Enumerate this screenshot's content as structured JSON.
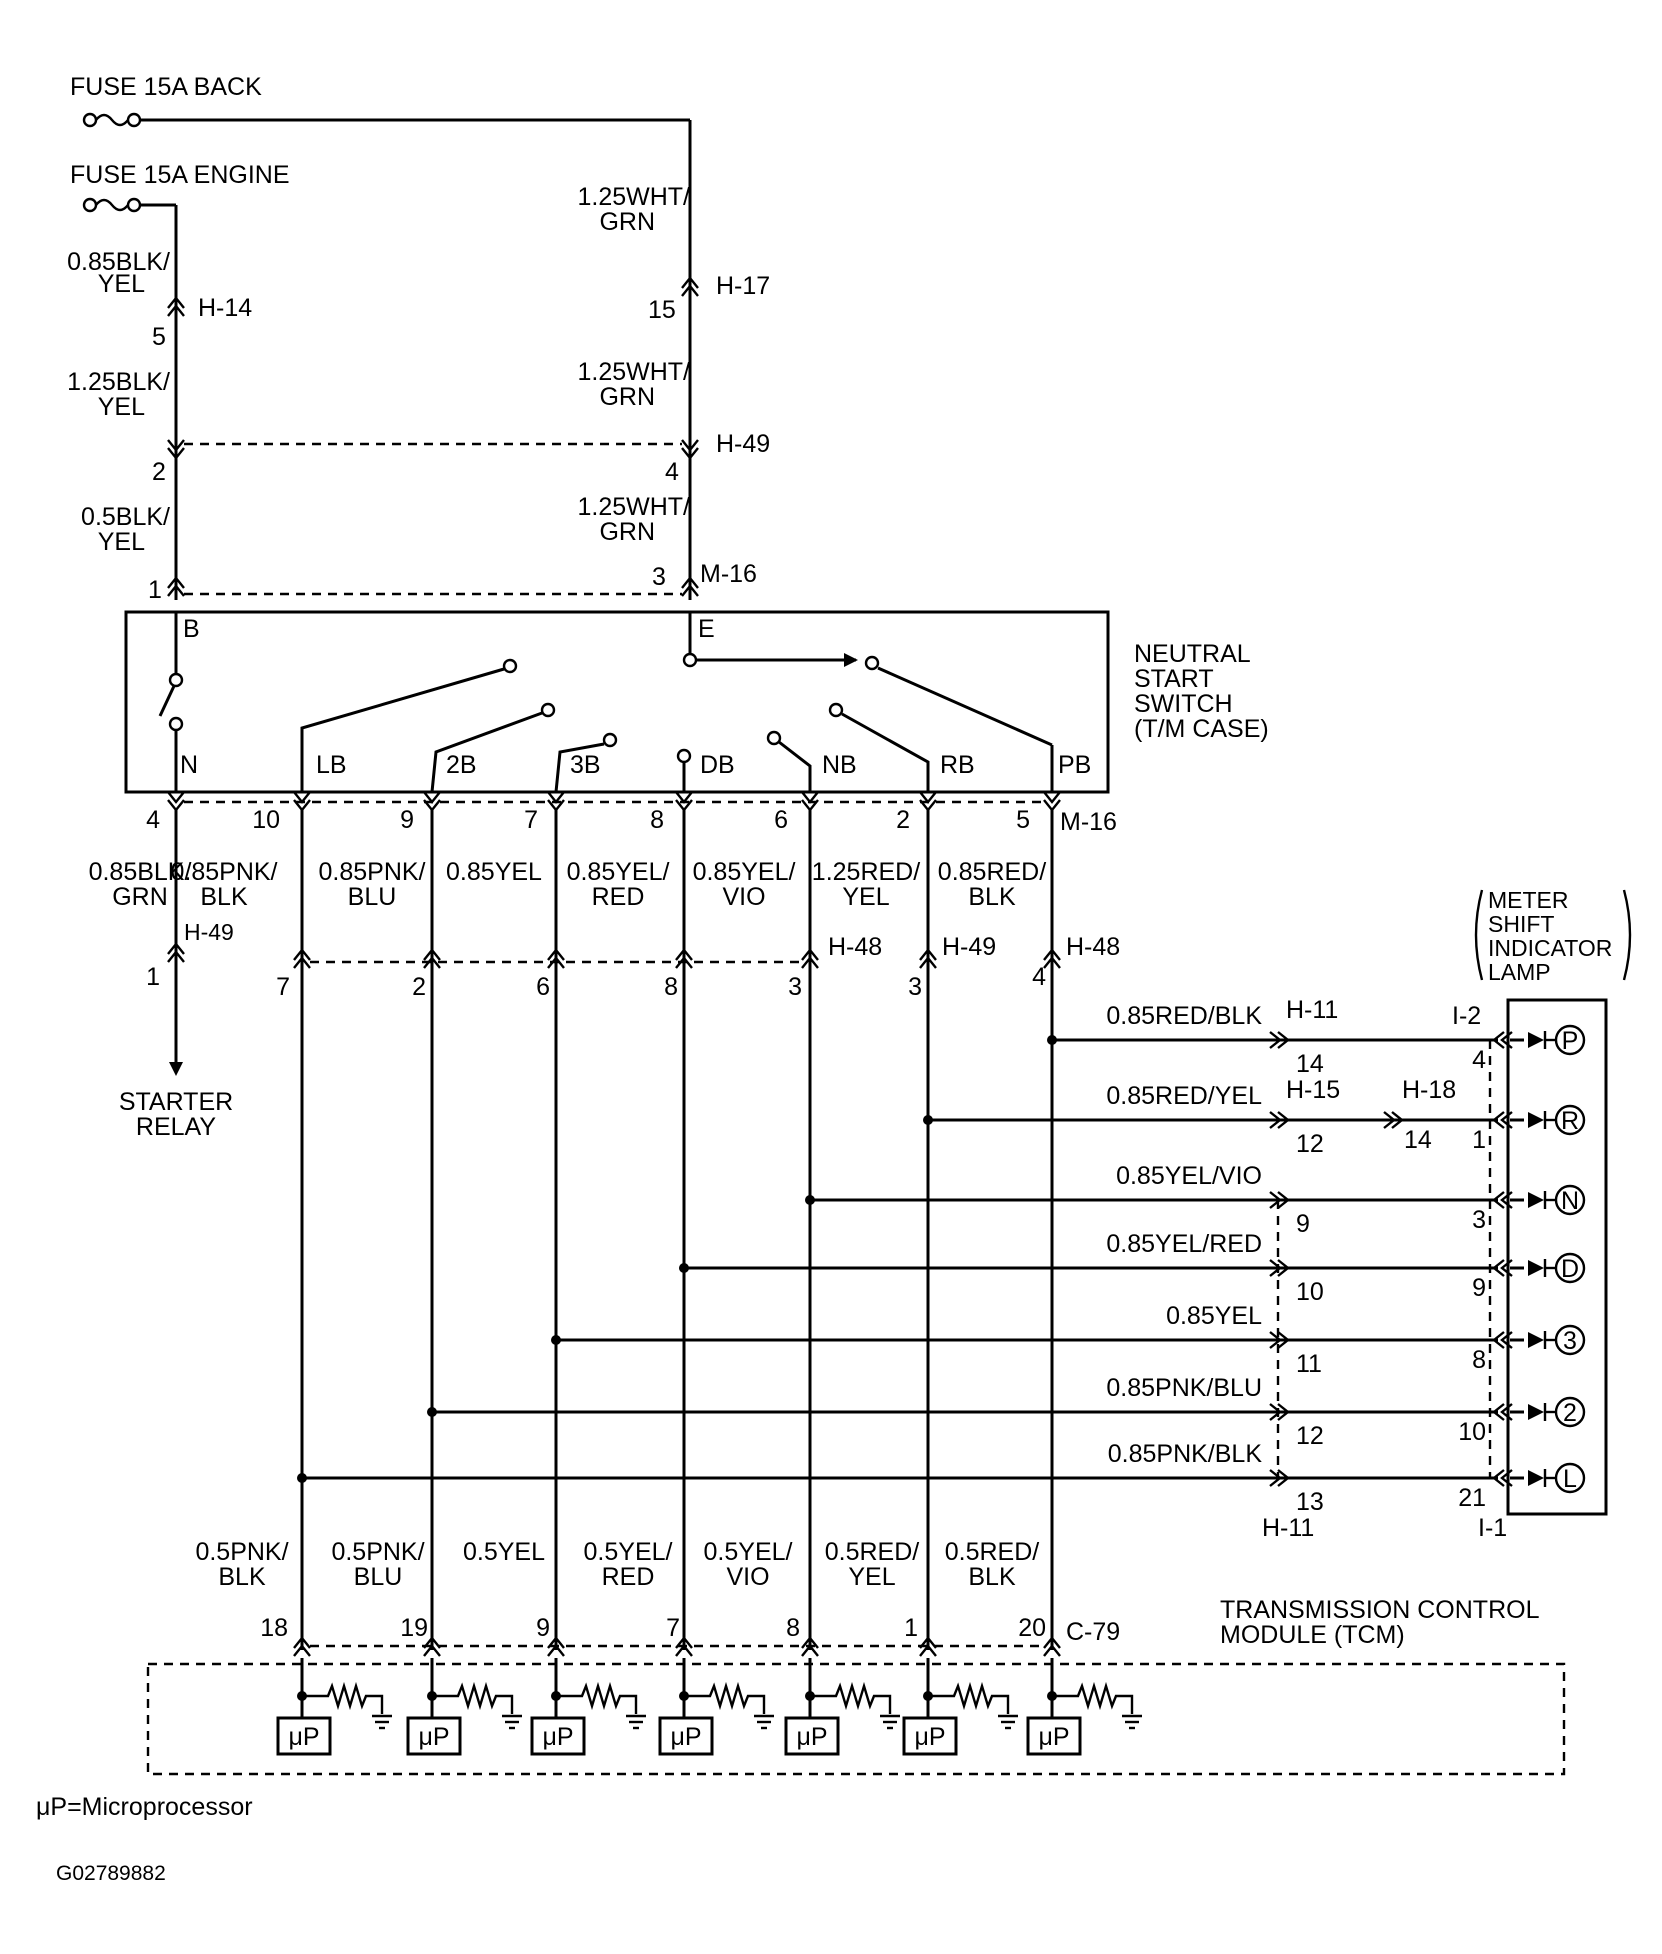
{
  "fuses": [
    {
      "id": "back",
      "label": "FUSE 15A BACK"
    },
    {
      "id": "engine",
      "label": "FUSE 15A ENGINE"
    }
  ],
  "wires": {
    "w_eng_1": [
      "0.85BLK/",
      "YEL"
    ],
    "w_eng_2": [
      "1.25BLK/",
      "YEL"
    ],
    "w_eng_3": [
      "0.5BLK/",
      "YEL"
    ],
    "w_back_1": [
      "1.25WHT/",
      "GRN"
    ],
    "w_back_2": [
      "1.25WHT/",
      "GRN"
    ],
    "w_back_3": [
      "1.25WHT/",
      "GRN"
    ],
    "mid": [
      [
        "0.85BLK/",
        "GRN"
      ],
      [
        "0.85PNK/",
        "BLK"
      ],
      [
        "0.85PNK/",
        "BLU"
      ],
      [
        "0.85YEL",
        ""
      ],
      [
        "0.85YEL/",
        "RED"
      ],
      [
        "0.85YEL/",
        "VIO"
      ],
      [
        "1.25RED/",
        "YEL"
      ],
      [
        "0.85RED/",
        "BLK"
      ]
    ],
    "bottom": [
      [
        "0.5PNK/",
        "BLK"
      ],
      [
        "0.5PNK/",
        "BLU"
      ],
      [
        "0.5YEL",
        ""
      ],
      [
        "0.5YEL/",
        "RED"
      ],
      [
        "0.5YEL/",
        "VIO"
      ],
      [
        "0.5RED/",
        "YEL"
      ],
      [
        "0.5RED/",
        "BLK"
      ]
    ],
    "lamp_feeds": [
      "0.85RED/BLK",
      "0.85RED/YEL",
      "0.85YEL/VIO",
      "0.85YEL/RED",
      "0.85YEL",
      "0.85PNK/BLU",
      "0.85PNK/BLK"
    ]
  },
  "connectors": {
    "h14": "H-14",
    "h14_pin": "5",
    "h17": "H-17",
    "h17_pin": "15",
    "h49_top": "H-49",
    "h49_top_pin_left": "2",
    "h49_top_pin_right": "4",
    "m16_top": "M-16",
    "m16_top_pin_left": "1",
    "m16_top_pin_right": "3",
    "m16_bottom": "M-16",
    "m16_bottom_pins": [
      "4",
      "10",
      "9",
      "7",
      "8",
      "6",
      "2",
      "5"
    ],
    "h49_left": "H-49",
    "h49_left_pin": "1",
    "h49_group_pins": [
      "7",
      "2",
      "6",
      "8",
      "3"
    ],
    "h48_a": "H-48",
    "h49_right": "H-49",
    "h49_right_pin": "3",
    "h48_b": "H-48",
    "h48_b_pin": "4",
    "h11_top": "H-11",
    "h15": "H-15",
    "h18": "H-18",
    "h18_pin": "14",
    "h11_bottom": "H-11",
    "h_pins": [
      "14",
      "12",
      "9",
      "10",
      "11",
      "12",
      "13"
    ],
    "i2": "I-2",
    "i1": "I-1",
    "i_pins": [
      "4",
      "1",
      "3",
      "9",
      "8",
      "10",
      "21"
    ],
    "c79": "C-79",
    "c79_pins": [
      "18",
      "19",
      "9",
      "7",
      "8",
      "1",
      "20"
    ]
  },
  "switch": {
    "title": [
      "NEUTRAL",
      "START",
      "SWITCH",
      "(T/M CASE)"
    ],
    "terminal_top": [
      "B",
      "E"
    ],
    "terminals": [
      "N",
      "LB",
      "2B",
      "3B",
      "DB",
      "NB",
      "RB",
      "PB"
    ]
  },
  "starter": [
    "STARTER",
    "RELAY"
  ],
  "meter": {
    "title": [
      "METER",
      "SHIFT",
      "INDICATOR",
      "LAMP"
    ],
    "positions": [
      "P",
      "R",
      "N",
      "D",
      "3",
      "2",
      "L"
    ]
  },
  "tcm": {
    "title": [
      "TRANSMISSION CONTROL",
      "MODULE (TCM)"
    ],
    "chip_label": "μP"
  },
  "legend": "μP=Microprocessor",
  "figure_id": "G02789882"
}
